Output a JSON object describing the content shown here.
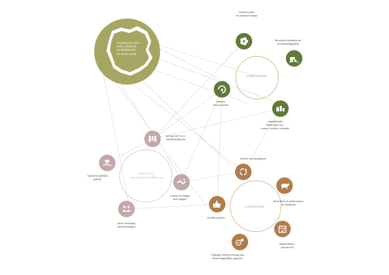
{
  "main": {
    "title_lines": [
      "LANDSCHAPS-",
      "INCLUSIEVE",
      "LANDBOUW",
      "IN SALLAND"
    ]
  },
  "hubs": {
    "landschap": {
      "label": "LANDSCHAP"
    },
    "sociaal": {
      "label_lines": [
        "SOCIAAL-",
        "MAATSCHAPPELIJK"
      ]
    },
    "landbouw": {
      "label": "LANDBOUW"
    }
  },
  "nodes": [
    {
      "id": "biodiversiteit",
      "hub": "landschap",
      "icon": "flower-icon",
      "label_lines": [
        "biodiversiteit",
        "en robuuste natuur"
      ]
    },
    {
      "id": "diversiteit-bodem",
      "hub": "landschap",
      "icon": "tractor-field-icon",
      "label_lines": [
        "diversiteit bodemleven",
        "en omstandigheden"
      ]
    },
    {
      "id": "robuust-water",
      "hub": "landschap",
      "icon": "water-cycle-icon",
      "label_lines": [
        "robuust",
        "watersysteem"
      ]
    },
    {
      "id": "aantrekkelijk",
      "hub": "landschap",
      "icon": "village-icon",
      "label_lines": [
        "aantrekkelijk",
        "landschap voor",
        "wonen, werken, recreatie"
      ]
    },
    {
      "id": "perspectief-familie",
      "hub": "sociaal",
      "icon": "family-icon",
      "label_lines": [
        "perspectief voor",
        "familiebedrijven"
      ]
    },
    {
      "id": "landelijk-gebied",
      "hub": "sociaal",
      "icon": "heart-hand-icon",
      "label_lines": [
        "vitaliteit landelijk",
        "gebied"
      ]
    },
    {
      "id": "contact-burger",
      "hub": "sociaal",
      "icon": "handshake-icon",
      "label_lines": [
        "contact en begrip",
        "boer-burger"
      ]
    },
    {
      "id": "afweging",
      "hub": "sociaal",
      "icon": "people-icon",
      "label_lines": [
        "juiste afweging",
        "tussen belangen"
      ]
    },
    {
      "id": "kringlopen",
      "hub": "landbouw",
      "icon": "cycle-icon",
      "label_lines": [
        "sluiten van kringlopen"
      ]
    },
    {
      "id": "diversiteit-ondernemers",
      "hub": "landbouw",
      "icon": "livestock-icon",
      "label_lines": [
        "diversiteit in ondernemers",
        "en bedrijven"
      ]
    },
    {
      "id": "eerlijke-prijzen",
      "hub": "landbouw",
      "icon": "thumbs-up-icon",
      "label_lines": [
        "eerlijke prijzen"
      ]
    },
    {
      "id": "langetermijn",
      "hub": "landbouw",
      "icon": "calendar-icon",
      "label_lines": [
        "langetermijn-",
        "perspectief"
      ]
    },
    {
      "id": "bijdrage",
      "hub": "landbouw",
      "icon": "euro-icon",
      "label_lines": [
        "bijdrage bedrijfsvoering aan",
        "maatschappelijke opgaven"
      ]
    }
  ],
  "colors": {
    "olive": "#a6a662",
    "olive_light": "#c3c38c",
    "green": "#5f7a39",
    "rose": "#c3a8a8",
    "rose_light": "#dccbcb",
    "brown": "#b07c4b",
    "tan": "#d3c09e",
    "text": "#4a4a4a"
  }
}
